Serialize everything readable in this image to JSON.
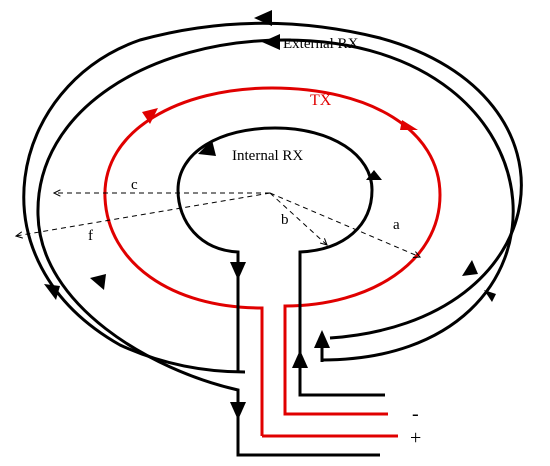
{
  "labels": {
    "external_rx": "External RX",
    "tx": "TX",
    "internal_rx": "Internal RX",
    "radius_a": "a",
    "radius_b": "b",
    "radius_c": "c",
    "radius_f": "f",
    "terminal_minus": "-",
    "terminal_plus": "+"
  },
  "colors": {
    "rx_coil": "#000000",
    "tx_coil": "#e00000",
    "dimension": "#000000",
    "background": "#ffffff"
  }
}
